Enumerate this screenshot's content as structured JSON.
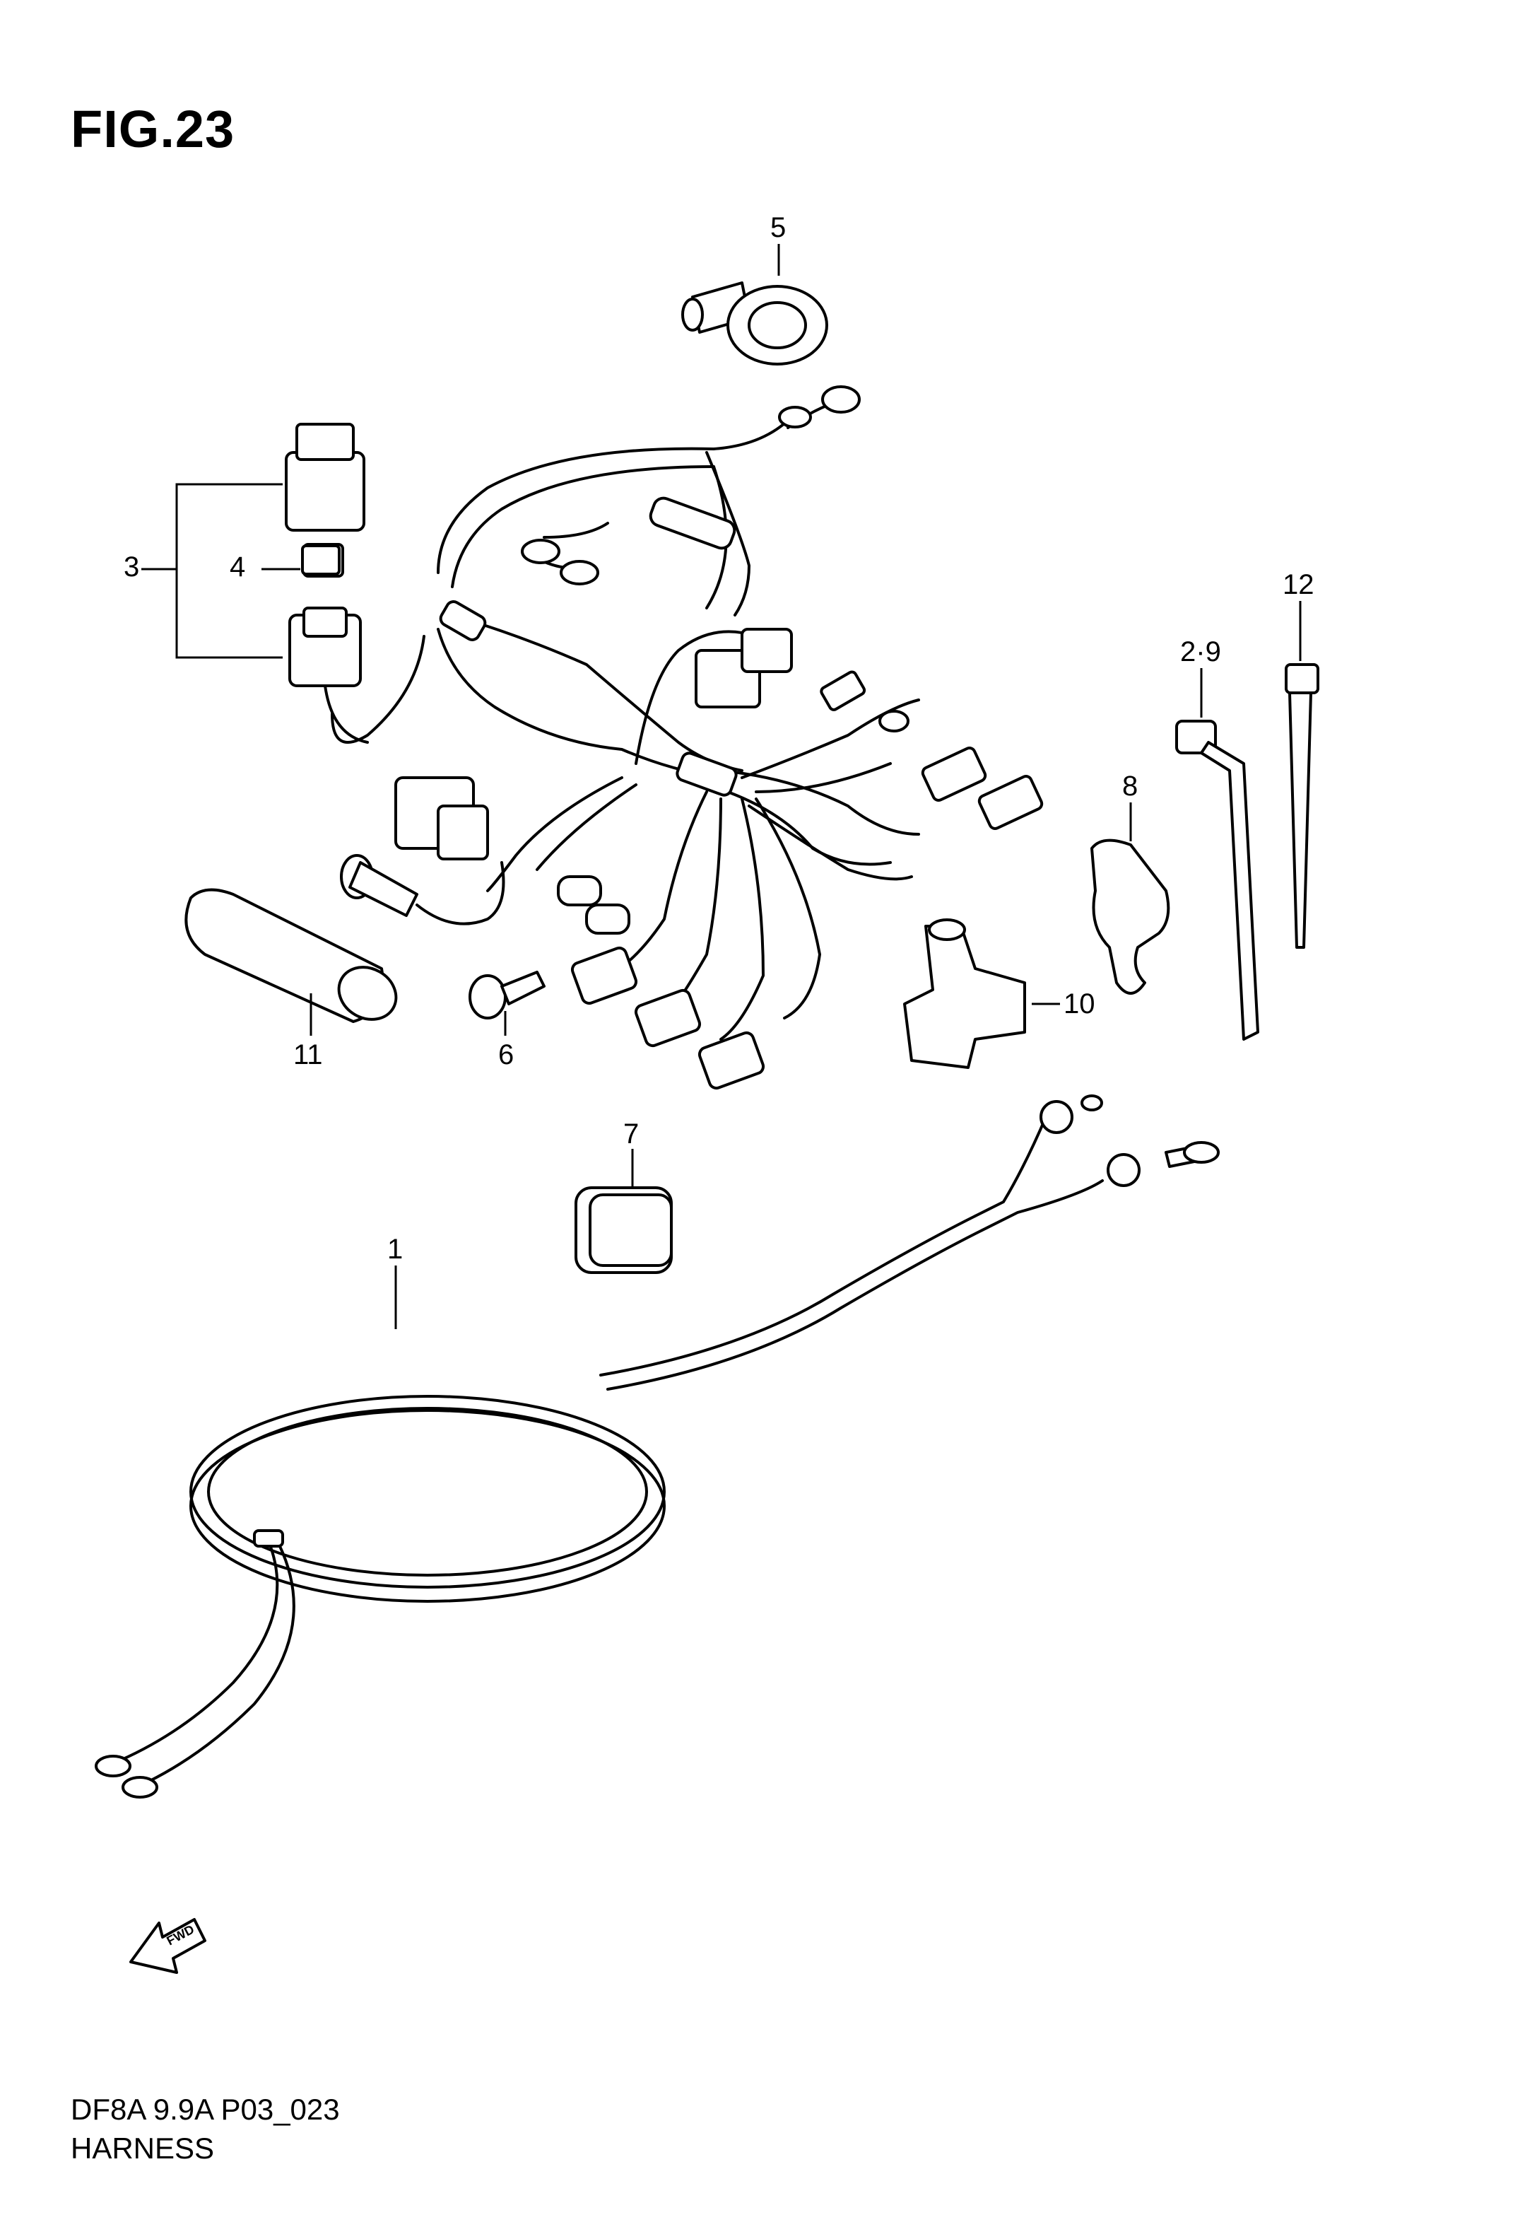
{
  "figure": {
    "title": "FIG.23",
    "code": "DF8A 9.9A P03_023",
    "name": "HARNESS"
  },
  "callouts": {
    "c1": "1",
    "c29": "2·9",
    "c3": "3",
    "c4": "4",
    "c5": "5",
    "c6": "6",
    "c7": "7",
    "c8": "8",
    "c10": "10",
    "c11": "11",
    "c12": "12"
  },
  "fwd_label": "FWD",
  "icons": {
    "fwd": "fwd-arrow-icon"
  }
}
